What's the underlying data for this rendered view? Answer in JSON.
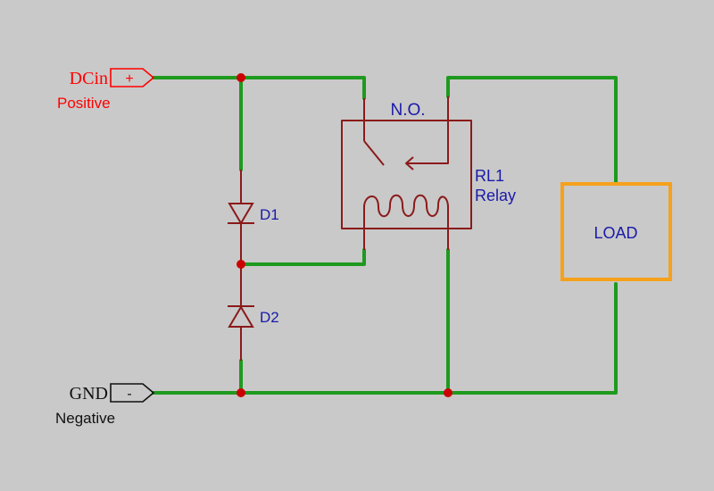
{
  "ports": {
    "dc_in": {
      "name": "DCin",
      "symbol": "+",
      "label": "Positive"
    },
    "gnd": {
      "name": "GND",
      "symbol": "-",
      "label": "Negative"
    }
  },
  "relay": {
    "designator": "RL1",
    "name": "Relay",
    "contact": "N.O."
  },
  "diodes": [
    {
      "designator": "D1"
    },
    {
      "designator": "D2"
    }
  ],
  "load": {
    "label": "LOAD"
  },
  "colors": {
    "wire": "#1e9a1e",
    "component": "#8b1a1a",
    "junction": "#cc0000",
    "load_border": "#f5a11c",
    "positive_text": "#ff0000",
    "designator_text": "#1a1aaa",
    "neutral_text": "#111111"
  }
}
